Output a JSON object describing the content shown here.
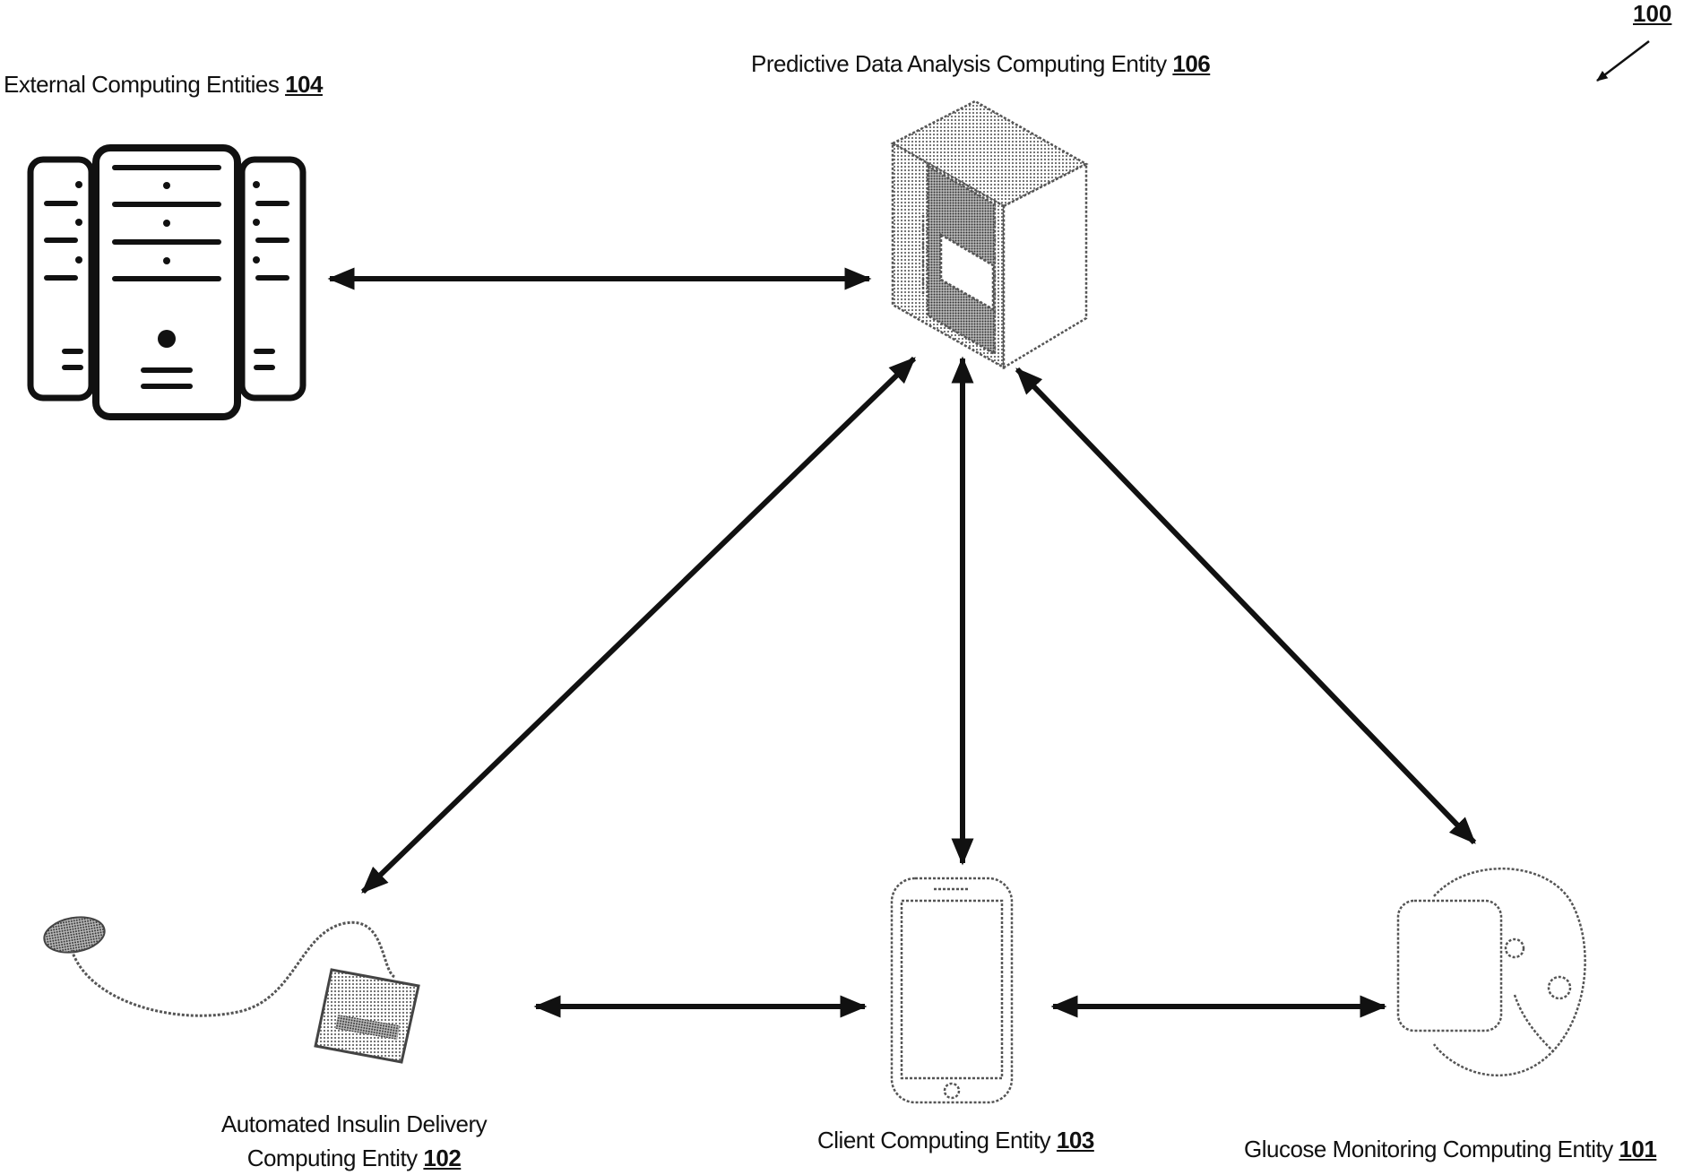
{
  "figure": {
    "reference": "100"
  },
  "nodes": {
    "external": {
      "text": "External Computing Entities",
      "ref": "104",
      "icon": "server-rack-icon"
    },
    "predictive": {
      "text": "Predictive Data Analysis Computing Entity",
      "ref": "106",
      "icon": "server-tower-icon"
    },
    "insulin": {
      "line1": "Automated Insulin Delivery",
      "line2": "Computing Entity",
      "ref": "102",
      "icon": "insulin-pump-icon"
    },
    "client": {
      "text": "Client Computing Entity",
      "ref": "103",
      "icon": "smartphone-icon"
    },
    "glucose": {
      "text": "Glucose Monitoring Computing Entity",
      "ref": "101",
      "icon": "smartwatch-icon"
    }
  },
  "connections": [
    {
      "from": "external",
      "to": "predictive",
      "type": "bidirectional"
    },
    {
      "from": "insulin",
      "to": "predictive",
      "type": "bidirectional"
    },
    {
      "from": "client",
      "to": "predictive",
      "type": "bidirectional"
    },
    {
      "from": "glucose",
      "to": "predictive",
      "type": "bidirectional"
    },
    {
      "from": "insulin",
      "to": "client",
      "type": "bidirectional"
    },
    {
      "from": "client",
      "to": "glucose",
      "type": "bidirectional"
    }
  ]
}
